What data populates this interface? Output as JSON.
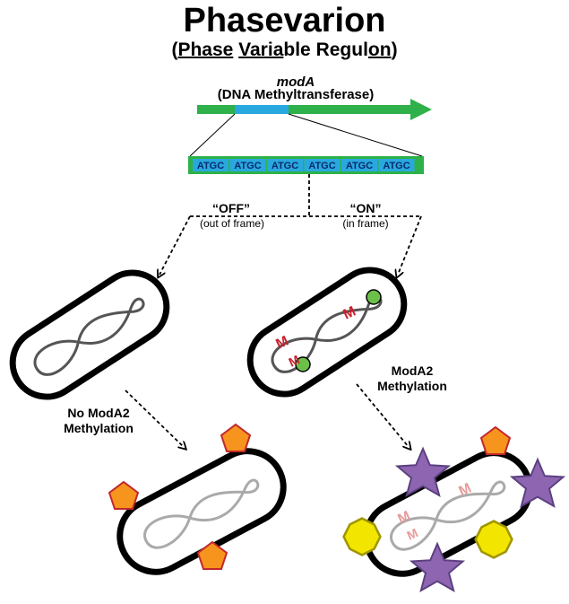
{
  "title": "Phasevarion",
  "subtitle": {
    "open": "(",
    "parts": [
      {
        "text": "Phase",
        "underline": true
      },
      {
        "text": " ",
        "underline": false
      },
      {
        "text": "Varia",
        "underline": true
      },
      {
        "text": "ble ",
        "underline": false
      },
      {
        "text": "Regul",
        "underline": false
      },
      {
        "text": "on",
        "underline": true
      }
    ],
    "close": ")"
  },
  "gene": {
    "name": "modA",
    "description": "(DNA Methyltransferase)"
  },
  "repeats": [
    "ATGC",
    "ATGC",
    "ATGC",
    "ATGC",
    "ATGC",
    "ATGC"
  ],
  "states": {
    "off": {
      "label": "“OFF”",
      "detail": "(out of frame)"
    },
    "on": {
      "label": "“ON”",
      "detail": "(in frame)"
    }
  },
  "outcomes": {
    "off": {
      "line1": "No ModA2",
      "line2": "Methylation"
    },
    "on": {
      "line1": "ModA2",
      "line2": "Methylation"
    }
  },
  "methyl_mark": "M",
  "colors": {
    "gene_green": "#2eb14a",
    "gene_blue": "#29a8df",
    "methyl_red": "#c8202b",
    "methyl_faded": "#e79a9a",
    "green_circle": "#6cc04a",
    "pentagon": "#f7941d",
    "pentagon_edge": "#c1272d",
    "star": "#8e65b0",
    "octagon": "#f2e600"
  }
}
